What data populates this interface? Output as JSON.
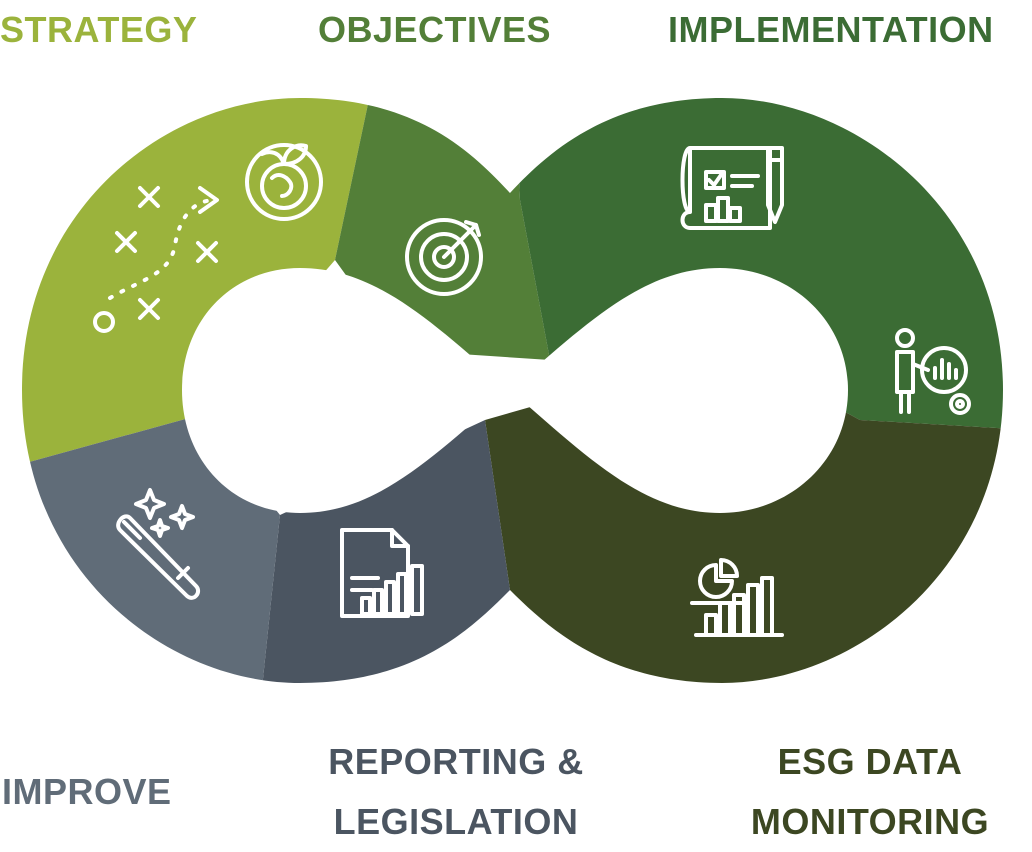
{
  "stages": [
    {
      "id": "strategy",
      "label": "STRATEGY",
      "color": "#9bb33c",
      "icons": [
        "strategy-play-icon",
        "eco-globe-icon"
      ]
    },
    {
      "id": "objectives",
      "label": "OBJECTIVES",
      "color": "#537f38",
      "icons": [
        "target-icon"
      ]
    },
    {
      "id": "implementation",
      "label": "IMPLEMENTATION",
      "color": "#3b6c34",
      "icons": [
        "blueprint-icon",
        "analyst-icon"
      ]
    },
    {
      "id": "esg-data-monitoring",
      "label": "ESG DATA\nMONITORING",
      "color": "#3c4722",
      "icons": [
        "pie-bar-chart-icon"
      ]
    },
    {
      "id": "reporting-legislation",
      "label": "REPORTING &\nLEGISLATION",
      "color": "#4b5561",
      "icons": [
        "report-document-icon"
      ]
    },
    {
      "id": "improve",
      "label": "IMPROVE",
      "color": "#606c78",
      "icons": [
        "magic-wand-icon"
      ]
    }
  ]
}
